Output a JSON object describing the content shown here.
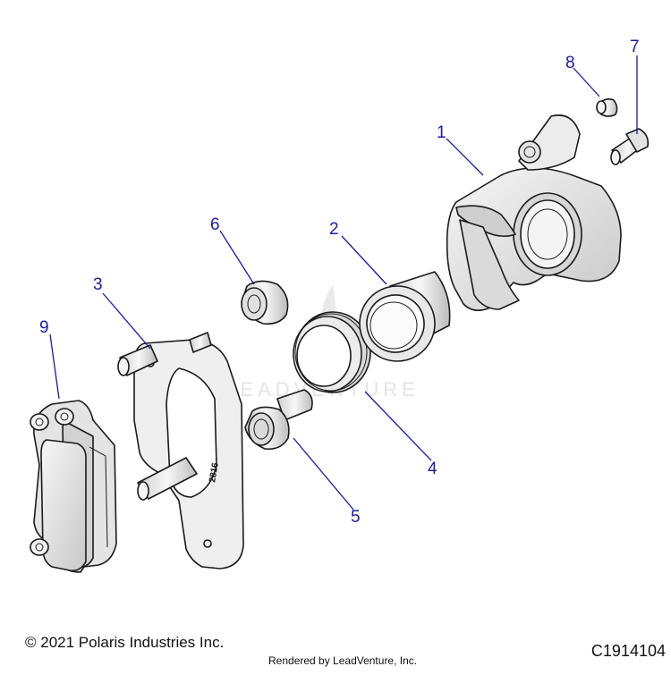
{
  "diagram": {
    "callouts": [
      {
        "id": "1",
        "label": "1"
      },
      {
        "id": "2",
        "label": "2"
      },
      {
        "id": "3",
        "label": "3"
      },
      {
        "id": "4",
        "label": "4"
      },
      {
        "id": "5",
        "label": "5"
      },
      {
        "id": "6",
        "label": "6"
      },
      {
        "id": "7",
        "label": "7"
      },
      {
        "id": "8",
        "label": "8"
      },
      {
        "id": "9",
        "label": "9"
      }
    ],
    "bracket_stamp": "2816",
    "watermark": "LEADVENTURE",
    "colors": {
      "callout": "#1a1aa8",
      "part_fill": "#e9e9e9",
      "part_shade": "#c9c9c9",
      "outline": "#1b1b1b"
    }
  },
  "footer": {
    "copyright": "© 2021 Polaris Industries Inc.",
    "rendered_by": "Rendered by LeadVenture, Inc.",
    "diagram_code": "C1914104"
  }
}
